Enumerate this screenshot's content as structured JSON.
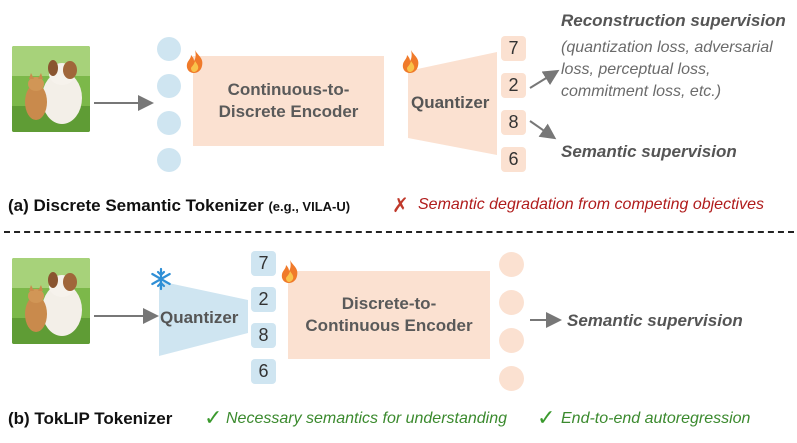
{
  "panel_a": {
    "encoder_label": "Continuous-to-Discrete Encoder",
    "quantizer_label": "Quantizer",
    "tokens": [
      "7",
      "2",
      "8",
      "6"
    ],
    "recon_title": "Reconstruction supervision",
    "recon_detail": "(quantization loss, adversarial loss, perceptual loss, commitment loss, etc.)",
    "semantic_sup": "Semantic supervision",
    "caption_main": "(a) Discrete Semantic Tokenizer",
    "caption_sub": "(e.g., VILA-U)",
    "cross_mark": "✗",
    "drawback": "Semantic degradation from competing objectives"
  },
  "panel_b": {
    "quantizer_label": "Quantizer",
    "tokens": [
      "7",
      "2",
      "8",
      "6"
    ],
    "encoder_label": "Discrete-to-Continuous Encoder",
    "semantic_sup": "Semantic supervision",
    "caption_main": "(b) TokLIP Tokenizer",
    "check_mark": "✓",
    "benefit_1": "Necessary semantics for understanding",
    "benefit_2": "End-to-end autoregression"
  },
  "icons": {
    "trainable": "flame-icon",
    "frozen": "snowflake-icon",
    "input": "cat-dog-photo"
  },
  "colors": {
    "encoder_fill": "#fbe1d1",
    "quantizer_fill_a": "#fbe1d1",
    "quantizer_fill_b": "#cfe5f1",
    "flame": "#f07a2a",
    "snowflake": "#2f8fd6",
    "negative": "#b01c1c",
    "positive": "#3b8a2e"
  }
}
